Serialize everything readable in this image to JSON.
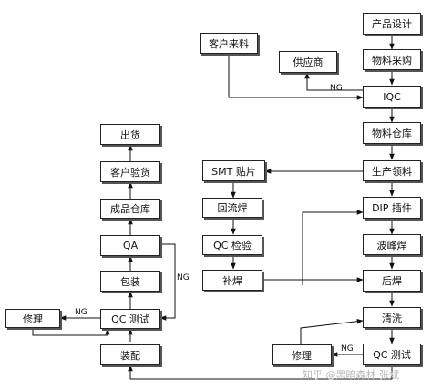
{
  "nodes": {
    "product_design": "产品设计",
    "customer_material": "客户来料",
    "material_purchase": "物料采购",
    "supplier": "供应商",
    "iqc": "IQC",
    "material_warehouse": "物料仓库",
    "production_picking": "生产领料",
    "smt_placement": "SMT 贴片",
    "reflow_soldering": "回流焊",
    "qc_inspection": "QC 检验",
    "touch_up_left": "补焊",
    "dip_insertion": "DIP 插件",
    "wave_soldering": "波峰焊",
    "post_soldering": "后焊",
    "cleaning": "清洗",
    "qc_test_right": "QC 测试",
    "repair_right": "修理",
    "shipment": "出货",
    "customer_acceptance": "客户验货",
    "finished_warehouse": "成品仓库",
    "qa": "QA",
    "packaging": "包装",
    "qc_test_left": "QC 测试",
    "repair_left": "修理",
    "assembly": "装配"
  },
  "edge_labels": {
    "ng_iqc": "NG",
    "ng_qa": "NG",
    "ng_qc_left": "NG",
    "ng_qc_right": "NG"
  },
  "watermark": "知乎 @黑暗森林·张斌"
}
